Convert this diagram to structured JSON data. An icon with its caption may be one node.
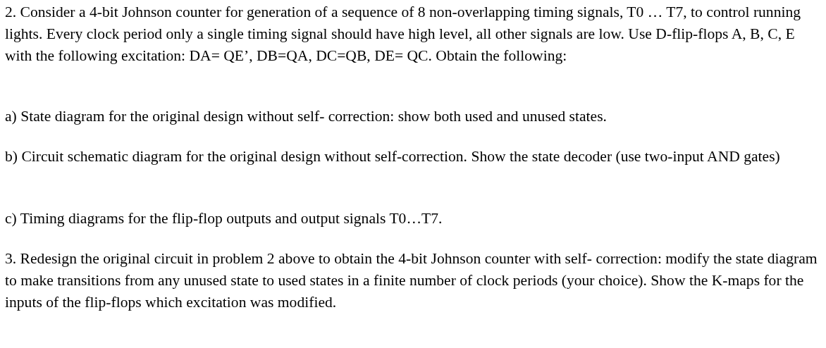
{
  "diagram": {
    "labels": [
      "2. Consider a 4-bit Johnson counter for generation of a sequence of 8 non-overlapping timing signals, T0 … T7, to control running lights. Every clock period only a single timing signal should have high level, all other signals are low. Use D-flip-flops A, B, C, E with the following excitation: DA= QE’, DB=QA, DC=QB, DE= QC. Obtain the following:",
      "a) State diagram for the original design without self- correction: show both used and unused states.",
      "b) Circuit schematic diagram for the original design without self-correction. Show the state decoder (use two-input AND gates)",
      "c) Timing diagrams for the flip-flop outputs and output signals T0…T7.",
      "3. Redesign the original circuit in problem 2 above to obtain the 4-bit Johnson counter with self- correction: modify the state diagram to make transitions from any unused state to used states in a finite number of clock periods (your choice). Show the K-maps for the inputs of the flip-flops which excitation was modified."
    ]
  }
}
